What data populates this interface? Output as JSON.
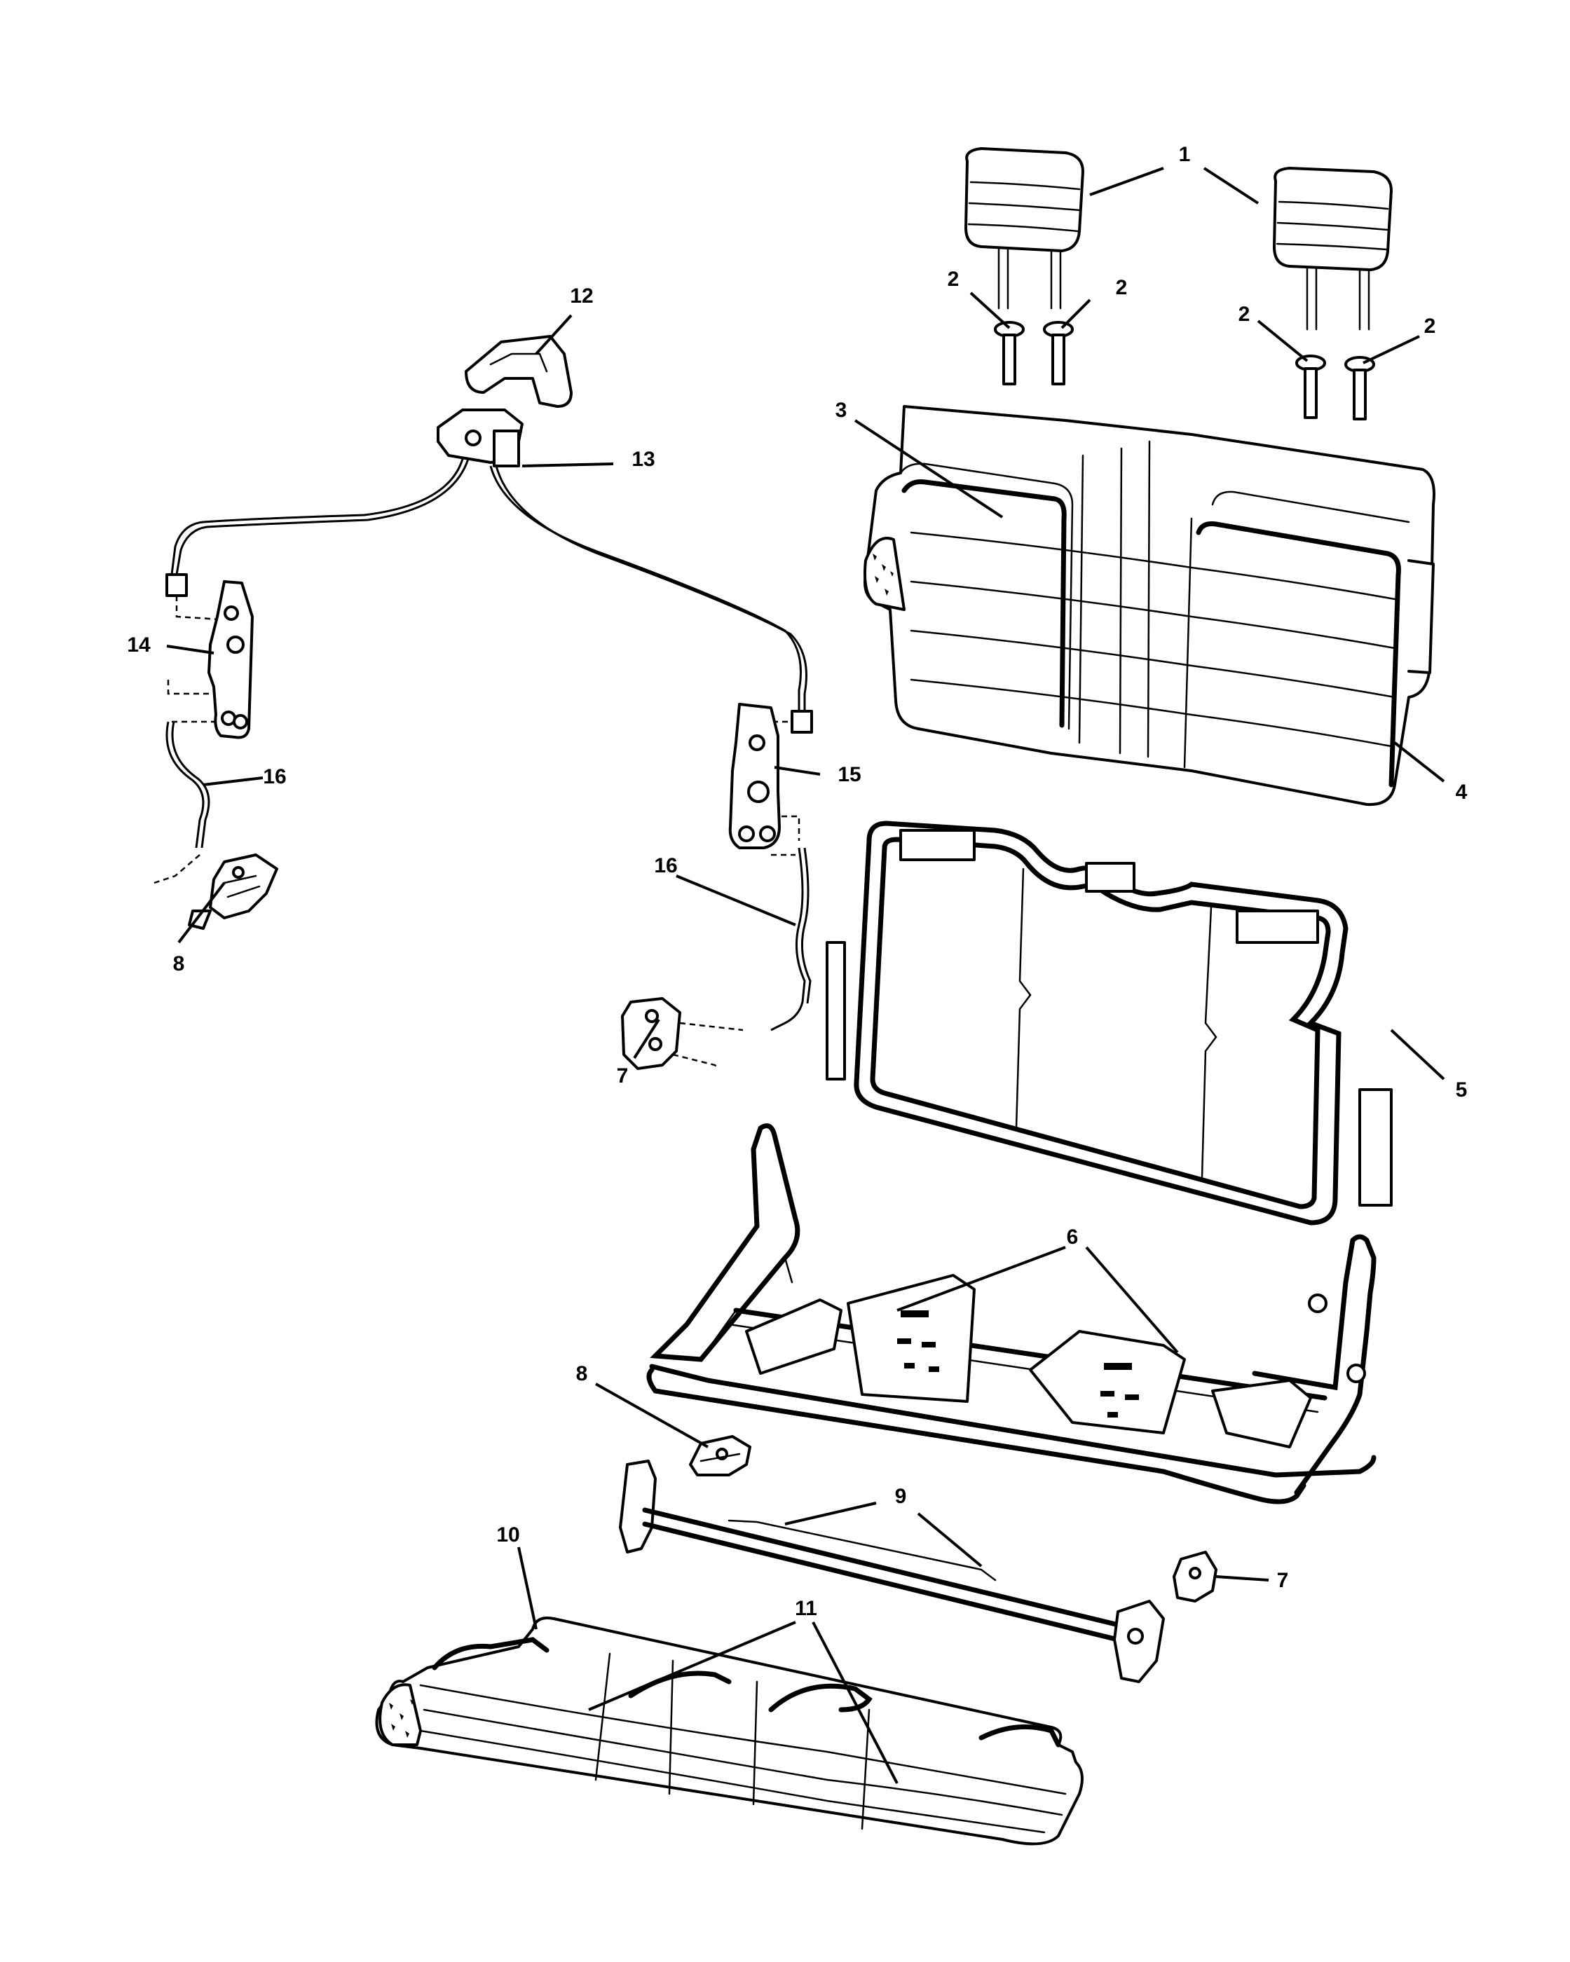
{
  "callouts": [
    {
      "id": "c1",
      "text": "1"
    },
    {
      "id": "c2a",
      "text": "2"
    },
    {
      "id": "c2b",
      "text": "2"
    },
    {
      "id": "c2c",
      "text": "2"
    },
    {
      "id": "c2d",
      "text": "2"
    },
    {
      "id": "c3",
      "text": "3"
    },
    {
      "id": "c4",
      "text": "4"
    },
    {
      "id": "c5",
      "text": "5"
    },
    {
      "id": "c6",
      "text": "6"
    },
    {
      "id": "c7a",
      "text": "7"
    },
    {
      "id": "c7b",
      "text": "7"
    },
    {
      "id": "c8a",
      "text": "8"
    },
    {
      "id": "c8b",
      "text": "8"
    },
    {
      "id": "c9",
      "text": "9"
    },
    {
      "id": "c10",
      "text": "10"
    },
    {
      "id": "c11",
      "text": "11"
    },
    {
      "id": "c12",
      "text": "12"
    },
    {
      "id": "c13",
      "text": "13"
    },
    {
      "id": "c14",
      "text": "14"
    },
    {
      "id": "c15",
      "text": "15"
    },
    {
      "id": "c16a",
      "text": "16"
    },
    {
      "id": "c16b",
      "text": "16"
    }
  ]
}
